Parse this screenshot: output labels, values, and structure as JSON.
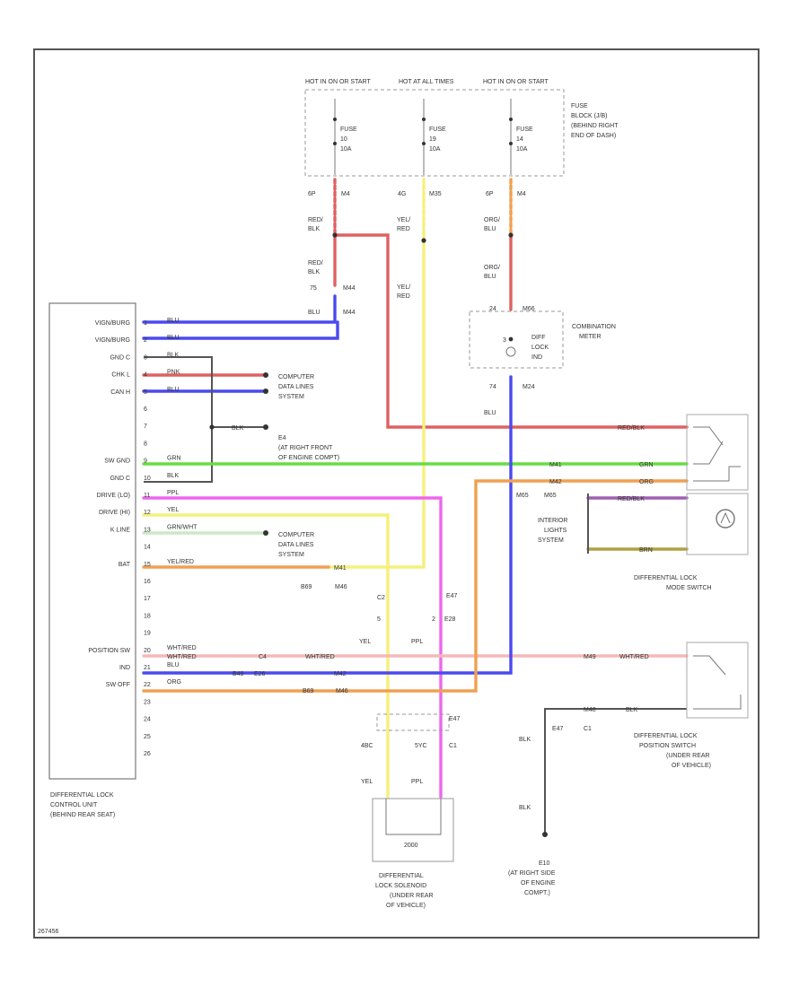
{
  "colors": {
    "red": "#e06060",
    "blue": "#4a4af0",
    "green": "#66dd44",
    "orange": "#f0a050",
    "yellow": "#f6f07a",
    "magenta": "#ee66ee",
    "gray": "#bfbfbf",
    "border": "#555555"
  },
  "fuse_block": {
    "sources": [
      "HOT IN ON OR START",
      "HOT AT ALL TIMES",
      "HOT IN ON OR START"
    ],
    "fuses": [
      {
        "name": "FUSE",
        "num": "10",
        "amp": "10A"
      },
      {
        "name": "FUSE",
        "num": "19",
        "amp": "10A"
      },
      {
        "name": "FUSE",
        "num": "14",
        "amp": "10A"
      }
    ],
    "label": [
      "FUSE",
      "BLOCK (J/B)",
      "(BEHIND RIGHT",
      "END OF DASH)"
    ],
    "pins": [
      {
        "pin": "6P",
        "conn": "M4"
      },
      {
        "pin": "4G",
        "conn": "M35"
      },
      {
        "pin": "6P",
        "conn": "M4"
      }
    ]
  },
  "wire_labels": {
    "red_blk_1": [
      "RED/",
      "BLK"
    ],
    "yel_red_1": [
      "YEL/",
      "RED"
    ],
    "org_blu_1": [
      "ORG/",
      "BLU"
    ],
    "red_blk_2": [
      "RED/",
      "BLK"
    ],
    "yel_red_2": [
      "YEL/",
      "RED"
    ],
    "org_blu_2": [
      "ORG/",
      "BLU"
    ],
    "conn_75": "75",
    "conn_m44": "M44",
    "blu_1": "BLU",
    "conn_m44b": "M44",
    "blu_2": "BLU",
    "blu_3": "BLU",
    "conn_74": "74",
    "conn_m24": "M24",
    "conn_m65": "M65",
    "conn_m65b": "M65",
    "org_label": "ORG"
  },
  "meter": {
    "pin_top": "24",
    "conn_top": "M66",
    "label": [
      "COMBINATION",
      "METER"
    ],
    "lamp_num": "3",
    "lamp_label": [
      "DIFF",
      "LOCK",
      "IND"
    ]
  },
  "control_unit": {
    "pins": [
      {
        "num": "1",
        "name": "VIGN/BURG",
        "wire": "BLU"
      },
      {
        "num": "2",
        "name": "VIGN/BURG",
        "wire": "BLU"
      },
      {
        "num": "3",
        "name": "GND C",
        "wire": "BLK"
      },
      {
        "num": "4",
        "name": "CHK L",
        "wire": "PNK"
      },
      {
        "num": "5",
        "name": "CAN H",
        "wire": "BLU"
      },
      {
        "num": "6",
        "name": "",
        "wire": ""
      },
      {
        "num": "7",
        "name": "",
        "wire": ""
      },
      {
        "num": "8",
        "name": "",
        "wire": ""
      },
      {
        "num": "9",
        "name": "SW GND",
        "wire": "GRN"
      },
      {
        "num": "10",
        "name": "GND C",
        "wire": "BLK"
      },
      {
        "num": "11",
        "name": "DRIVE (LO)",
        "wire": "PPL"
      },
      {
        "num": "12",
        "name": "DRIVE (HI)",
        "wire": "YEL"
      },
      {
        "num": "13",
        "name": "K LINE",
        "wire": "GRN/WHT"
      },
      {
        "num": "14",
        "name": "",
        "wire": ""
      },
      {
        "num": "15",
        "name": "BAT",
        "wire": "YEL/RED"
      },
      {
        "num": "16",
        "name": "",
        "wire": ""
      },
      {
        "num": "17",
        "name": "",
        "wire": ""
      },
      {
        "num": "18",
        "name": "",
        "wire": ""
      },
      {
        "num": "19",
        "name": "",
        "wire": ""
      },
      {
        "num": "20",
        "name": "POSITION SW",
        "wire": "WHT/RED"
      },
      {
        "num": "21",
        "name": "IND",
        "wire": "BLU"
      },
      {
        "num": "22",
        "name": "SW OFF",
        "wire": "ORG"
      },
      {
        "num": "23",
        "name": "",
        "wire": ""
      },
      {
        "num": "24",
        "name": "",
        "wire": ""
      },
      {
        "num": "25",
        "name": "",
        "wire": ""
      },
      {
        "num": "26",
        "name": "",
        "wire": ""
      }
    ],
    "label": [
      "DIFFERENTIAL LOCK",
      "CONTROL UNIT",
      "(BEHIND REAR SEAT)"
    ]
  },
  "computer_data_1": [
    "COMPUTER",
    "DATA LINES",
    "SYSTEM"
  ],
  "ground_e4": {
    "wire": "BLK",
    "label": [
      "E4",
      "(AT RIGHT FRONT",
      "OF ENGINE COMPT)"
    ]
  },
  "computer_data_2": [
    "COMPUTER",
    "DATA LINES",
    "SYSTEM"
  ],
  "bat_connectors": {
    "c1": "M41",
    "c2": "B69",
    "c3": "M46"
  },
  "mid_connectors": {
    "c_left": "C2",
    "c_right": "E47",
    "left_pin": "5",
    "right_pin": "2",
    "right_conn": "E28",
    "yel": "YEL",
    "ppl": "PPL"
  },
  "position_row": {
    "c1": "C4",
    "wire1": "WHT/RED",
    "wire2": "WHT/RED",
    "c2": "B49",
    "c3": "E26",
    "c4": "M42",
    "c5": "B69",
    "c6": "M46",
    "c_right": "M49",
    "wire_right": "WHT/RED",
    "c_right2": "M48",
    "wire_right2": "BLK"
  },
  "mode_switch": {
    "wires": [
      "RED/BLK",
      "GRN",
      "ORG"
    ],
    "conn_top": "M41",
    "conn_mid": "M42",
    "conn_b69": "B69",
    "conn_m46": "M46",
    "label": [
      "DIFFERENTIAL LOCK",
      "MODE SWITCH"
    ]
  },
  "interior_lights": {
    "wires": [
      "RED/BLK",
      "BRN"
    ],
    "label": [
      "INTERIOR",
      "LIGHTS",
      "SYSTEM"
    ]
  },
  "position_switch": {
    "label": [
      "DIFFERENTIAL LOCK",
      "POSITION SWITCH",
      "(UNDER REAR",
      "OF VEHICLE)"
    ]
  },
  "solenoid": {
    "wires_top": {
      "yel": "YEL",
      "ppl": "PPL"
    },
    "conn": "E47",
    "pin_left": "4BC",
    "pin_right": "5YC",
    "pin_right2": "C1",
    "inner": "2000",
    "label": [
      "DIFFERENTIAL",
      "LOCK SOLENOID",
      "(UNDER REAR",
      "OF VEHICLE)"
    ]
  },
  "ground_e10": {
    "wire": "BLK",
    "wire2": "BLK",
    "conn": "E47",
    "conn2": "C1",
    "label": [
      "E10",
      "(AT RIGHT SIDE",
      "OF ENGINE",
      "COMPT.)"
    ]
  },
  "footer_code": "267456"
}
